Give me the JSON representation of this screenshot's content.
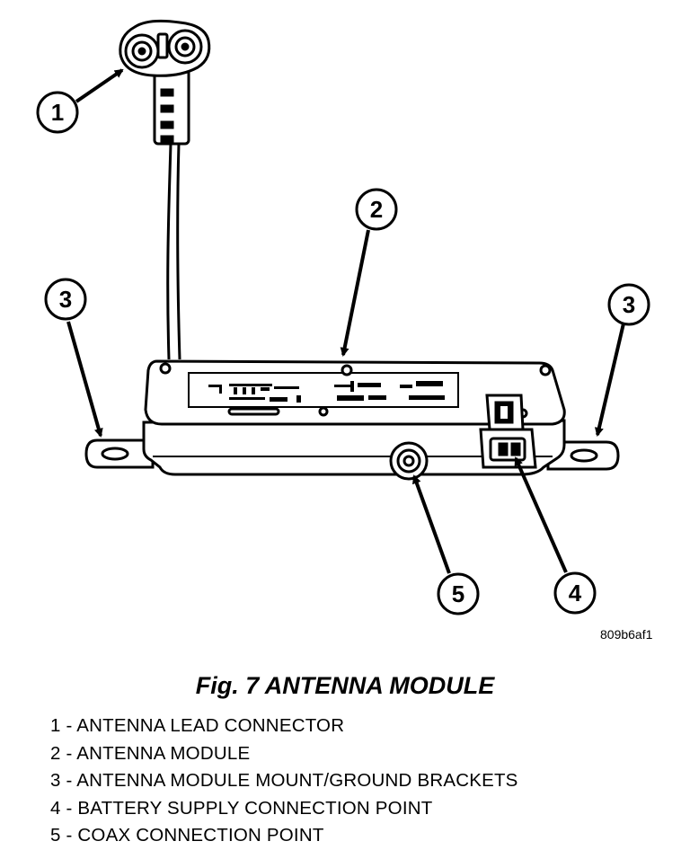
{
  "figure_code": "809b6af1",
  "caption": "Fig. 7 ANTENNA MODULE",
  "callouts": {
    "c1": "1",
    "c2": "2",
    "c3_left": "3",
    "c3_right": "3",
    "c4": "4",
    "c5": "5"
  },
  "legend": [
    "1 - ANTENNA LEAD CONNECTOR",
    "2 - ANTENNA MODULE",
    "3 - ANTENNA MODULE MOUNT/GROUND BRACKETS",
    "4 - BATTERY SUPPLY CONNECTION POINT",
    "5 - COAX CONNECTION POINT"
  ]
}
